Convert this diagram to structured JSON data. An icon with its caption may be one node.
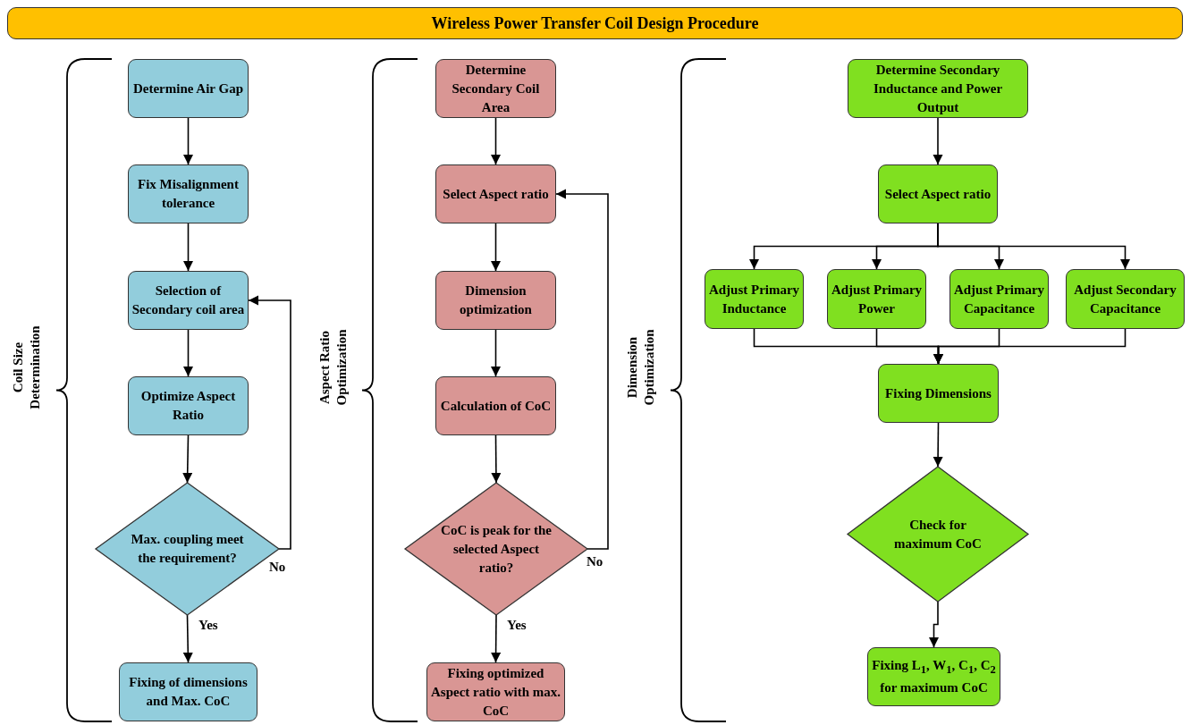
{
  "diagram": {
    "title": "Wireless Power Transfer Coil Design Procedure",
    "nodes": [
      {
        "text": [
          "Determine Air Gap"
        ]
      },
      {
        "text": [
          "Fix Misalignment tolerance"
        ]
      },
      {
        "text": [
          "Selection of Secondary coil area"
        ]
      },
      {
        "text": [
          "Optimize Aspect Ratio"
        ]
      },
      {
        "text": [
          "Max. coupling meet the requirement?"
        ]
      },
      {
        "text": [
          "Fixing of dimensions and Max. CoC"
        ]
      },
      {
        "text": [
          "Determine Secondary Coil Area"
        ]
      },
      {
        "text": [
          "Select Aspect ratio"
        ]
      },
      {
        "text": [
          "Dimension optimization"
        ]
      },
      {
        "text": [
          "Calculation of CoC"
        ]
      },
      {
        "text": [
          "CoC is peak for the selected Aspect ratio?"
        ]
      },
      {
        "text": [
          "Fixing optimized Aspect ratio with max. CoC"
        ]
      },
      {
        "text": [
          "Determine Secondary Inductance and Power Output"
        ]
      },
      {
        "text": [
          "Select Aspect ratio"
        ]
      },
      {
        "text": [
          "Adjust Primary Inductance"
        ]
      },
      {
        "text": [
          "Adjust Primary Power"
        ]
      },
      {
        "text": [
          "Adjust Primary Capacitance"
        ]
      },
      {
        "text": [
          "Adjust Secondary Capacitance"
        ]
      },
      {
        "text": [
          "Fixing Dimensions"
        ]
      },
      {
        "text": [
          "Check for maximum CoC"
        ]
      },
      {
        "text": [
          "Fixing L$_{1}$, W$_{1}$, C$_{1}$, C$_{2}$ for maximum CoC"
        ]
      }
    ],
    "edges": [
      {
        "from": 0,
        "to": 1,
        "arrow": "to"
      },
      {
        "from": 1,
        "to": 2,
        "arrow": "to"
      },
      {
        "from": 2,
        "to": 3,
        "arrow": "to"
      },
      {
        "from": 3,
        "to": 4,
        "arrow": "to"
      },
      {
        "from": 4,
        "to": 5,
        "arrow": "to",
        "label": "Yes"
      },
      {
        "from": 4,
        "to": 2,
        "arrow": "to",
        "label": "No"
      },
      {
        "from": 6,
        "to": 7,
        "arrow": "to"
      },
      {
        "from": 7,
        "to": 8,
        "arrow": "to"
      },
      {
        "from": 8,
        "to": 9,
        "arrow": "to"
      },
      {
        "from": 9,
        "to": 10,
        "arrow": "to"
      },
      {
        "from": 10,
        "to": 11,
        "arrow": "to",
        "label": "Yes"
      },
      {
        "from": 10,
        "to": 7,
        "arrow": "to",
        "label": "No"
      },
      {
        "from": 12,
        "to": 13,
        "arrow": "to"
      },
      {
        "from": 13,
        "to": 14,
        "arrow": "to"
      },
      {
        "from": 13,
        "to": 15,
        "arrow": "to"
      },
      {
        "from": 13,
        "to": 16,
        "arrow": "to"
      },
      {
        "from": 13,
        "to": 17,
        "arrow": "to"
      },
      {
        "from": 14,
        "to": 18,
        "arrow": "to"
      },
      {
        "from": 15,
        "to": 18,
        "arrow": "to"
      },
      {
        "from": 16,
        "to": 18,
        "arrow": "to"
      },
      {
        "from": 17,
        "to": 18,
        "arrow": "to"
      },
      {
        "from": 18,
        "to": 19,
        "arrow": "to"
      },
      {
        "from": 19,
        "to": 20,
        "arrow": "to"
      }
    ],
    "labels": [
      "Coil Size Determination",
      "Aspect Ratio Optimization",
      "Dimension Optimization"
    ]
  }
}
